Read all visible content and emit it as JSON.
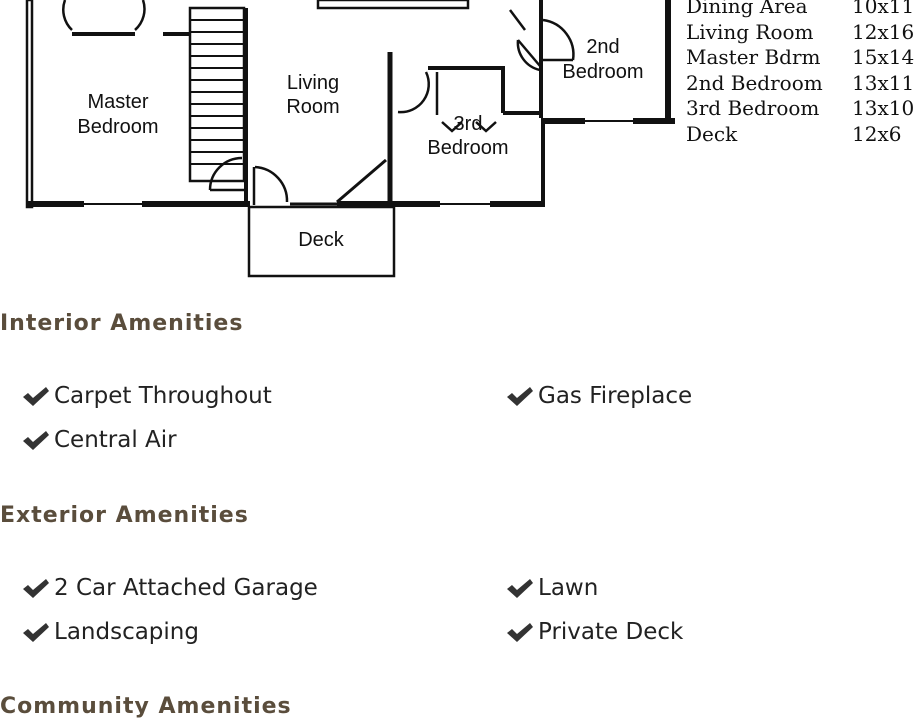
{
  "floor_plan": {
    "rooms": [
      "Master Bedroom",
      "Living Room",
      "2nd Bedroom",
      "3rd Bedroom",
      "Deck"
    ],
    "labels": {
      "master": [
        "Master",
        "Bedroom"
      ],
      "living": [
        "Living",
        "Room"
      ],
      "second": [
        "2nd",
        "Bedroom"
      ],
      "third": [
        "3rd",
        "Bedroom"
      ],
      "deck": "Deck"
    }
  },
  "room_dimensions": [
    {
      "name": "Dining Area",
      "size": "10x11"
    },
    {
      "name": "Living Room",
      "size": "12x16"
    },
    {
      "name": "Master Bdrm",
      "size": "15x14"
    },
    {
      "name": "2nd Bedroom",
      "size": "13x11"
    },
    {
      "name": "3rd Bedroom",
      "size": "13x10"
    },
    {
      "name": "Deck",
      "size": "12x6"
    }
  ],
  "sections": {
    "interior": {
      "title": "Interior Amenities",
      "items": [
        "Carpet Throughout",
        "Gas Fireplace",
        "Central Air"
      ]
    },
    "exterior": {
      "title": "Exterior Amenities",
      "items": [
        "2 Car Attached Garage",
        "Lawn",
        "Landscaping",
        "Private Deck"
      ]
    },
    "community": {
      "title": "Community Amenities"
    }
  },
  "colors": {
    "heading": "#5a4d3c",
    "text": "#222222",
    "check": "#333333"
  }
}
